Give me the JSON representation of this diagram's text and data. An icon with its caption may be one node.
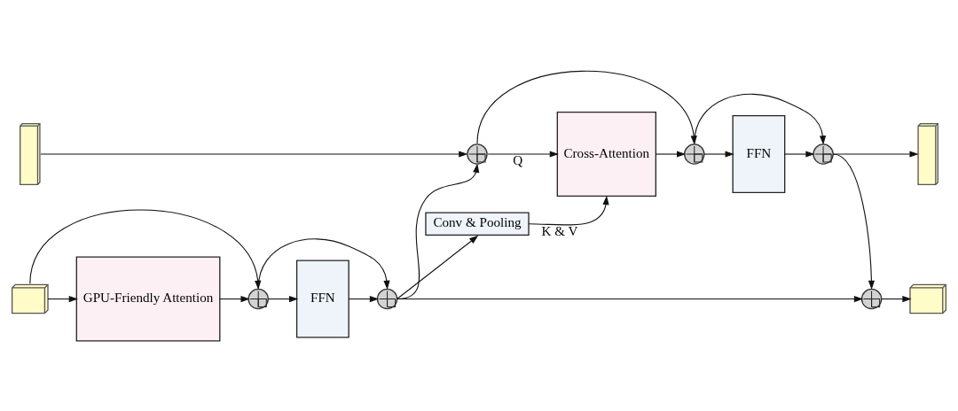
{
  "diagram": {
    "nodes": [
      {
        "text": [],
        "shape": "box"
      },
      {
        "text": [],
        "shape": "circle"
      },
      {
        "text": [
          "Cross-Attention"
        ]
      },
      {
        "text": [],
        "shape": "circle"
      },
      {
        "text": [
          "FFN"
        ]
      },
      {
        "text": [],
        "shape": "circle"
      },
      {
        "text": [],
        "shape": "box"
      },
      {
        "text": [],
        "shape": "box"
      },
      {
        "text": [
          "GPU-Friendly Attention"
        ]
      },
      {
        "text": [],
        "shape": "circle"
      },
      {
        "text": [
          "FFN"
        ]
      },
      {
        "text": [],
        "shape": "circle"
      },
      {
        "text": [
          "Conv & Pooling"
        ]
      },
      {
        "text": [],
        "shape": "circle"
      },
      {
        "text": [],
        "shape": "box"
      }
    ],
    "edges": [
      {
        "from": 0,
        "to": 1,
        "arrow": "to"
      },
      {
        "from": 1,
        "to": 2,
        "arrow": "to",
        "label": "Q"
      },
      {
        "from": 1,
        "to": 3,
        "arrow": "to"
      },
      {
        "from": 2,
        "to": 3,
        "arrow": "to"
      },
      {
        "from": 3,
        "to": 4,
        "arrow": "to"
      },
      {
        "from": 3,
        "to": 5,
        "arrow": "to"
      },
      {
        "from": 4,
        "to": 5,
        "arrow": "to"
      },
      {
        "from": 5,
        "to": 6,
        "arrow": "to"
      },
      {
        "from": 5,
        "to": 13,
        "arrow": "to"
      },
      {
        "from": 7,
        "to": 8,
        "arrow": "to"
      },
      {
        "from": 7,
        "to": 9,
        "arrow": "to"
      },
      {
        "from": 8,
        "to": 9,
        "arrow": "to"
      },
      {
        "from": 9,
        "to": 10,
        "arrow": "to"
      },
      {
        "from": 9,
        "to": 11,
        "arrow": "to"
      },
      {
        "from": 10,
        "to": 11,
        "arrow": "to"
      },
      {
        "from": 11,
        "to": 1,
        "arrow": "to"
      },
      {
        "from": 11,
        "to": 12,
        "arrow": "to"
      },
      {
        "from": 11,
        "to": 13,
        "arrow": "to"
      },
      {
        "from": 12,
        "to": 2,
        "arrow": "to",
        "label": "K & V"
      },
      {
        "from": 13,
        "to": 14,
        "arrow": "to"
      }
    ]
  }
}
